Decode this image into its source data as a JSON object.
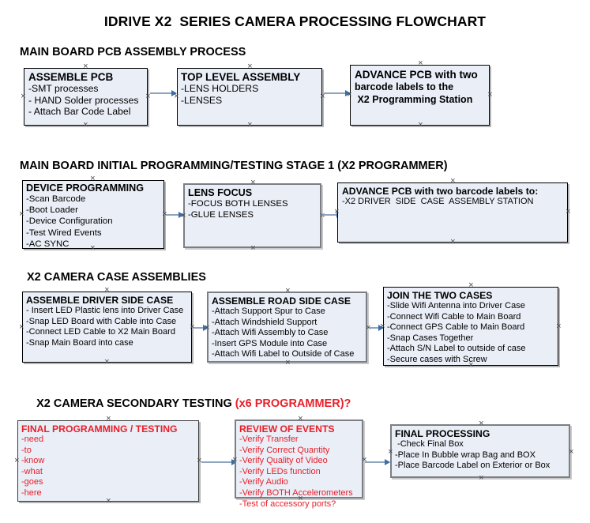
{
  "document": {
    "title": "IDRIVE X2  SERIES CAMERA PROCESSING FLOWCHART",
    "accent_red": "#e8202a",
    "node_fill": "#e9eef7",
    "arrow_color": "#8ea5c0",
    "arrowhead_color": "#3a6ea5"
  },
  "sections": [
    {
      "heading": "MAIN BOARD PCB ASSEMBLY PROCESS",
      "heading_suffix": "",
      "nodes": [
        {
          "header": "ASSEMBLE PCB",
          "lines": [
            "-SMT processes",
            "- HAND Solder processes",
            "- Attach Bar Code Label"
          ]
        },
        {
          "header": "TOP LEVEL ASSEMBLY",
          "lines": [
            "-LENS HOLDERS",
            "-LENSES"
          ]
        },
        {
          "header": "ADVANCE PCB with two",
          "lines": [
            "barcode labels to the",
            " X2 Programming Station"
          ]
        }
      ]
    },
    {
      "heading": "MAIN BOARD INITIAL PROGRAMMING/TESTING STAGE 1 (X2 PROGRAMMER)",
      "heading_suffix": "",
      "nodes": [
        {
          "header": "DEVICE PROGRAMMING",
          "lines": [
            "-Scan Barcode",
            "-Boot Loader",
            "-Device Configuration",
            "-Test Wired Events",
            "-AC SYNC"
          ]
        },
        {
          "header": "LENS FOCUS",
          "lines": [
            "-FOCUS BOTH LENSES",
            "-GLUE LENSES"
          ]
        },
        {
          "header": "ADVANCE PCB with two barcode labels to:",
          "lines": [
            "-X2 DRIVER  SIDE  CASE  ASSEMBLY STATION"
          ]
        }
      ]
    },
    {
      "heading": "X2 CAMERA CASE ASSEMBLIES",
      "heading_suffix": "",
      "nodes": [
        {
          "header": "ASSEMBLE DRIVER SIDE CASE",
          "lines": [
            "- Insert LED Plastic lens into Driver Case",
            "-Snap LED Board with Cable into Case",
            "-Connect LED Cable to X2 Main Board",
            "-Snap Main Board into case"
          ]
        },
        {
          "header": "ASSEMBLE ROAD SIDE CASE",
          "lines": [
            "-Attach Support Spur to Case",
            "-Attach Windshield Support",
            "-Attach Wifi Assembly to Case",
            "-Insert GPS Module into Case",
            "-Attach Wifi Label to Outside of Case"
          ]
        },
        {
          "header": "JOIN THE TWO CASES",
          "lines": [
            "-Slide Wifi Antenna into Driver Case",
            "-Connect Wifi Cable to Main Board",
            "-Connect GPS Cable to Main Board",
            "-Snap Cases Together",
            "-Attach S/N Label to outside of case",
            "-Secure cases with Screw"
          ]
        }
      ]
    },
    {
      "heading": "X2 CAMERA SECONDARY TESTING ",
      "heading_suffix": "(x6 PROGRAMMER)?",
      "nodes": [
        {
          "header": "FINAL PROGRAMMING / TESTING",
          "lines": [
            "-need",
            "-to",
            "-know",
            "-what",
            "-goes",
            "-here"
          ]
        },
        {
          "header": "REVIEW OF EVENTS",
          "lines": [
            "-Verify Transfer",
            "-Verify Correct Quantity",
            "-Verify Quality of Video",
            "-Verify LEDs function",
            "-Verify Audio",
            "-Verify BOTH Accelerometers",
            "-Test of accessory ports?"
          ]
        },
        {
          "header": "FINAL PROCESSING",
          "lines": [
            " -Check Final Box",
            "-Place In Bubble wrap Bag and BOX",
            "-Place Barcode Label on Exterior or Box"
          ]
        }
      ]
    }
  ]
}
